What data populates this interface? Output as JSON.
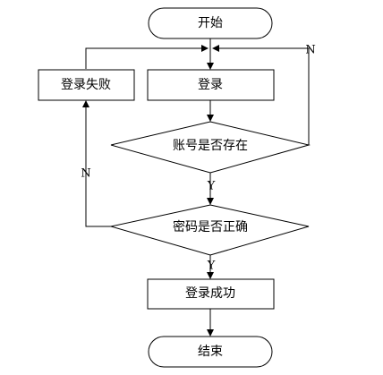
{
  "nodes": {
    "start": "开始",
    "login": "登录",
    "login_failed": "登录失败",
    "account_exists": "账号是否存在",
    "password_correct": "密码是否正确",
    "login_success": "登录成功",
    "end": "结束"
  },
  "edge_labels": {
    "account_no": "N",
    "account_yes": "Y",
    "password_no": "N",
    "password_yes": "Y"
  }
}
